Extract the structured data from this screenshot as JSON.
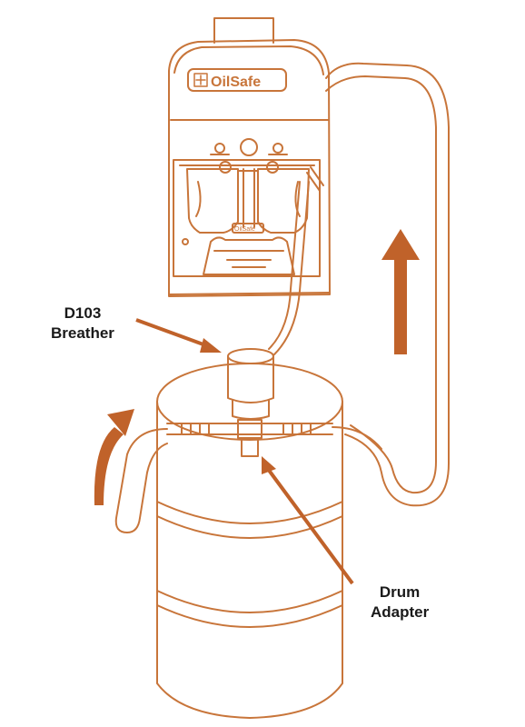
{
  "colors": {
    "line": "#c8753a",
    "arrow": "#c0622a",
    "background": "#ffffff",
    "text": "#1a1a1a"
  },
  "dispenser": {
    "logo_text": "OilSafe",
    "lid_text": "OilSafe"
  },
  "labels": {
    "breather_line1": "D103",
    "breather_line2": "Breather",
    "adapter_line1": "Drum",
    "adapter_line2": "Adapter"
  }
}
